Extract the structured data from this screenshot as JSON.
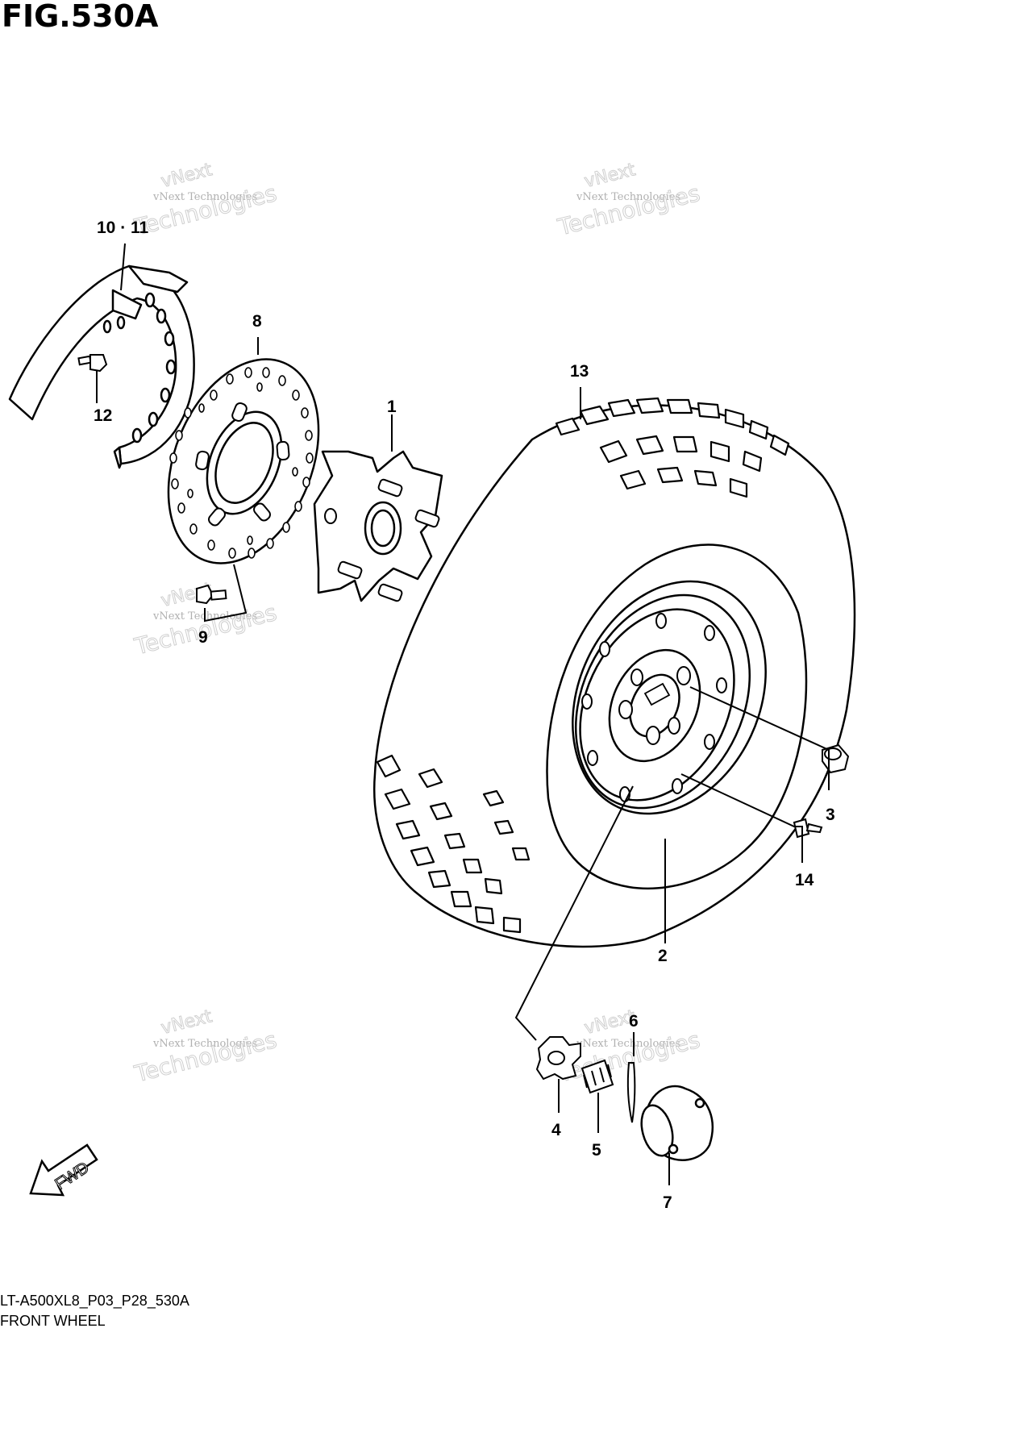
{
  "figure": {
    "title": "FIG.530A",
    "model_code": "LT-A500XL8_P03_P28_530A",
    "name": "FRONT WHEEL",
    "direction_label": "FWD"
  },
  "watermark": {
    "line1": "vNext",
    "line2": "vNext Technologies",
    "line3": "Technologies"
  },
  "callouts": {
    "c1": "1",
    "c2": "2",
    "c3": "3",
    "c4": "4",
    "c5": "5",
    "c6": "6",
    "c7": "7",
    "c8": "8",
    "c9": "9",
    "c10_11": "10 · 11",
    "c12": "12",
    "c13": "13",
    "c14": "14"
  }
}
